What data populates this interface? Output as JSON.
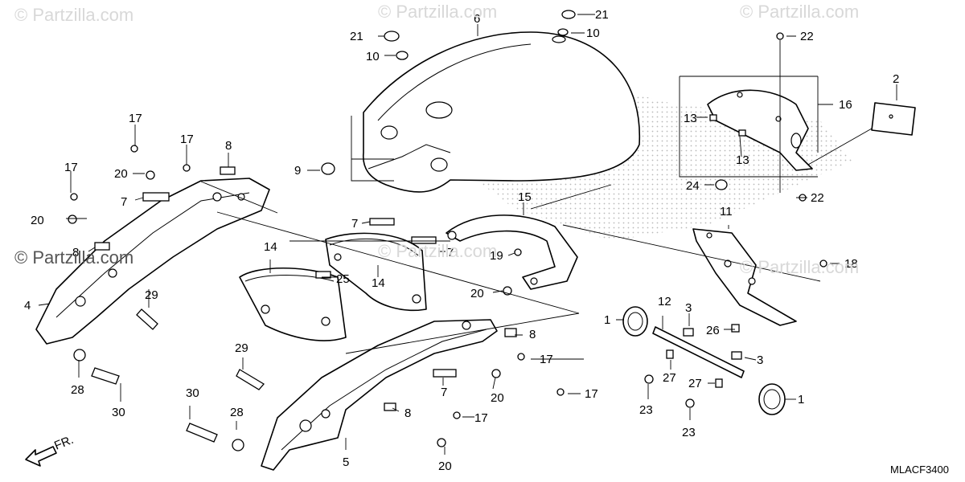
{
  "watermark": {
    "text": "© Partzilla.com"
  },
  "diagram_code": "MLACF3400",
  "direction_label": "FR.",
  "callouts": [
    "1",
    "1",
    "2",
    "3",
    "3",
    "4",
    "5",
    "6",
    "7",
    "7",
    "7",
    "7",
    "8",
    "8",
    "8",
    "8",
    "9",
    "10",
    "10",
    "11",
    "12",
    "13",
    "13",
    "14",
    "14",
    "15",
    "16",
    "17",
    "17",
    "17",
    "17",
    "17",
    "17",
    "18",
    "19",
    "20",
    "20",
    "20",
    "20",
    "20",
    "20",
    "21",
    "21",
    "22",
    "22",
    "23",
    "23",
    "24",
    "25",
    "26",
    "27",
    "27",
    "28",
    "28",
    "29",
    "29",
    "30",
    "30"
  ]
}
